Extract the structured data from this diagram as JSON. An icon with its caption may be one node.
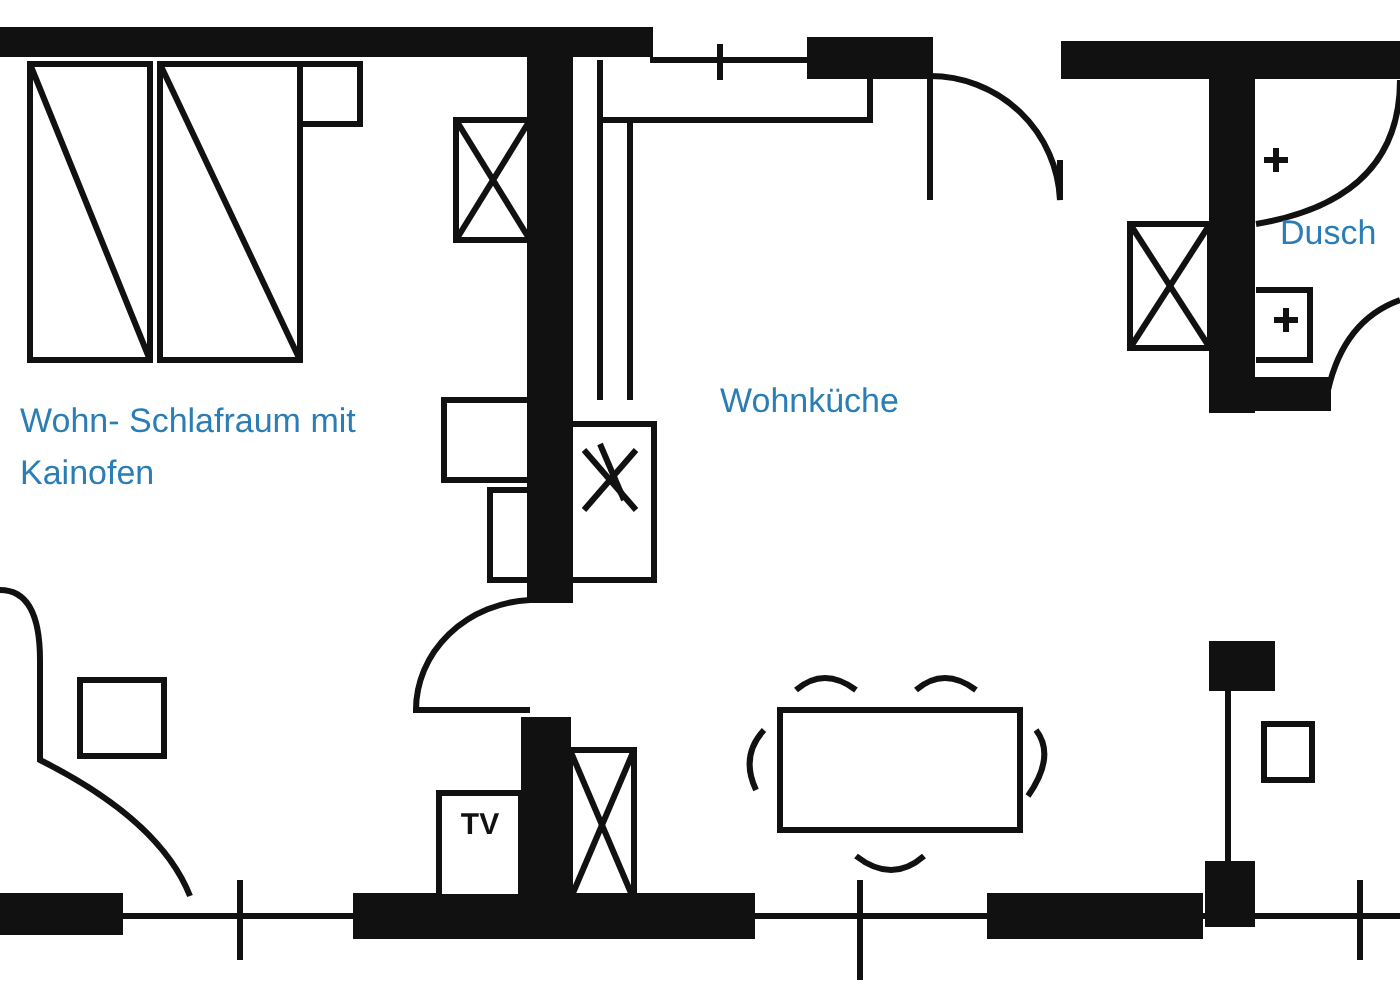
{
  "diagram": {
    "nodes": [
      {
        "text": [
          "TV"
        ]
      }
    ],
    "labels": [
      "Wohn- Schlafraum mit Kainofen",
      "Wohnküche",
      "Dusch"
    ]
  }
}
